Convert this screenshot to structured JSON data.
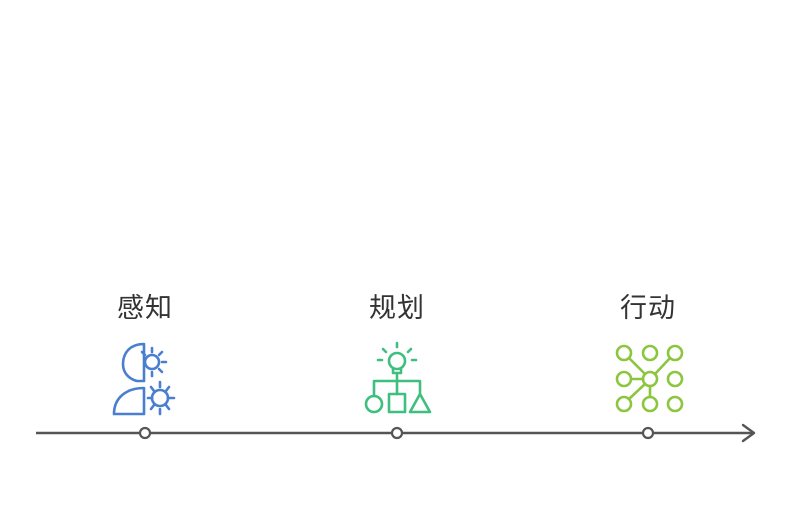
{
  "stages": [
    {
      "label": "感知",
      "icon": "human-gear-icon",
      "color": "#4a7fd0"
    },
    {
      "label": "规划",
      "icon": "plan-flowchart-icon",
      "color": "#3fbf7f"
    },
    {
      "label": "行动",
      "icon": "action-node-grid-icon",
      "color": "#8cc63f"
    }
  ],
  "timeline": {
    "color": "#555555"
  }
}
